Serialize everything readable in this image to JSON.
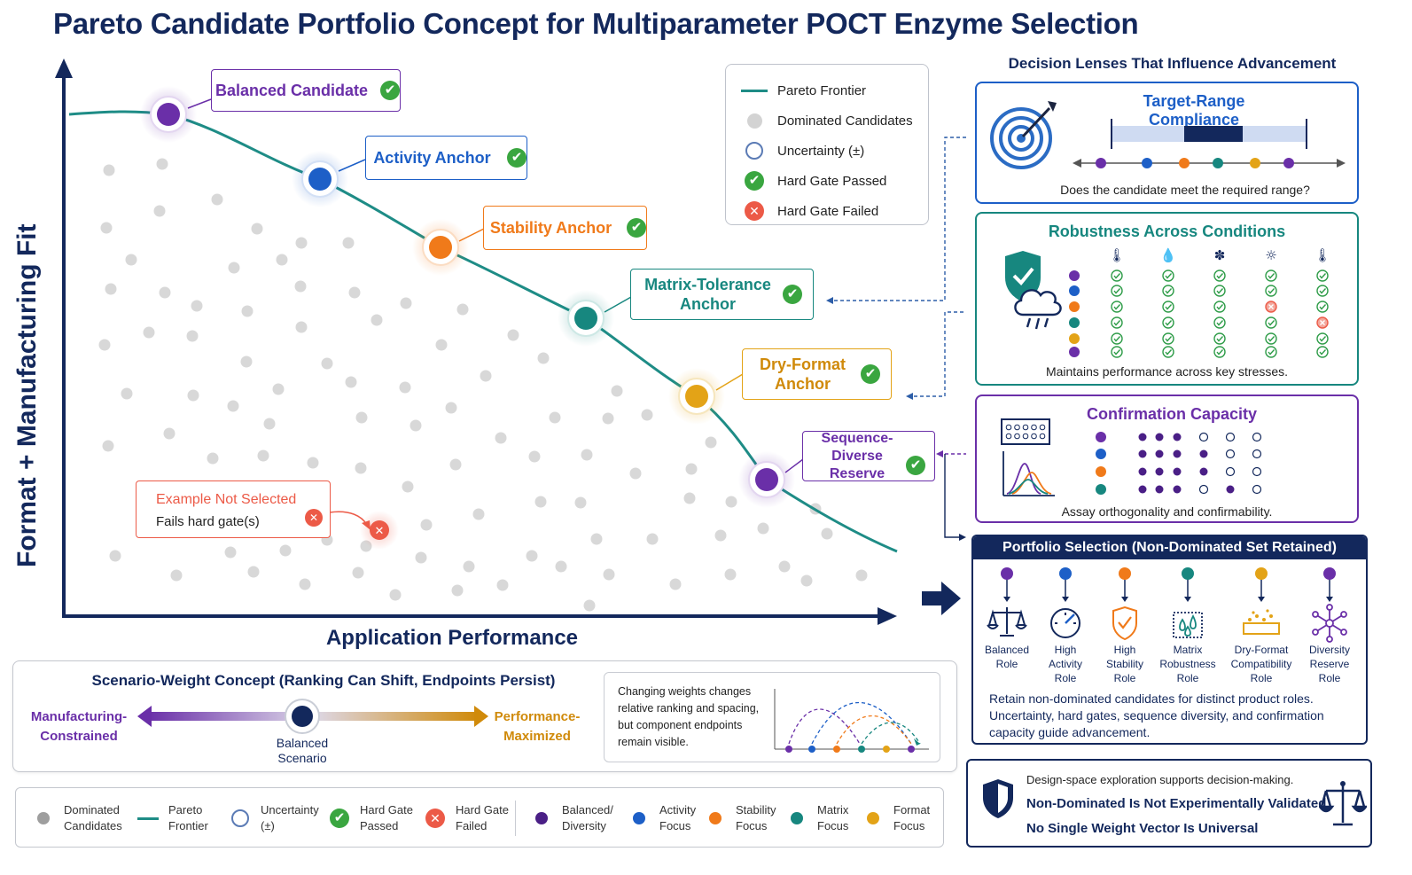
{
  "title": "Pareto Candidate Portfolio Concept for Multiparameter POCT Enzyme Selection",
  "axes": {
    "y_label": "Format + Manufacturing Fit",
    "x_label": "Application Performance"
  },
  "colors": {
    "frontier": "#1e8c86",
    "dominated": "#d6d6d6",
    "navy": "#13285c",
    "balanced": "#6a2fa8",
    "activity": "#1d5fc7",
    "stability": "#f07a1a",
    "matrix": "#17877f",
    "format": "#e3a317",
    "fail": "#ec5a47",
    "pass": "#3aa640"
  },
  "candidates": {
    "balanced": "Balanced Candidate",
    "activity": "Activity Anchor",
    "stability": "Stability Anchor",
    "matrix": "Matrix-Tolerance Anchor",
    "dry": "Dry-Format Anchor",
    "sequence": "Sequence-Diverse Reserve"
  },
  "example": {
    "title": "Example Not Selected",
    "subtitle": "Fails hard gate(s)"
  },
  "legend": {
    "pareto": "Pareto Frontier",
    "dominated": "Dominated Candidates",
    "uncertainty": "Uncertainty (±)",
    "passed": "Hard Gate Passed",
    "failed": "Hard Gate Failed"
  },
  "lenses": {
    "heading": "Decision Lenses That Influence Advancement",
    "target": {
      "title": "Target-Range Compliance",
      "caption": "Does the candidate meet the required range?"
    },
    "robust": {
      "title": "Robustness Across Conditions",
      "caption": "Maintains performance across key stresses."
    },
    "confirm": {
      "title": "Confirmation Capacity",
      "caption": "Assay orthogonality and confirmability."
    }
  },
  "portfolio": {
    "heading": "Portfolio Selection (Non-Dominated Set Retained)",
    "roles": [
      {
        "l1": "Balanced",
        "l2": "Role",
        "l3": ""
      },
      {
        "l1": "High",
        "l2": "Activity",
        "l3": "Role"
      },
      {
        "l1": "High",
        "l2": "Stability",
        "l3": "Role"
      },
      {
        "l1": "Matrix",
        "l2": "Robustness",
        "l3": "Role"
      },
      {
        "l1": "Dry-Format",
        "l2": "Compatibility",
        "l3": "Role"
      },
      {
        "l1": "Diversity",
        "l2": "Reserve",
        "l3": "Role"
      }
    ],
    "desc1": "Retain non-dominated candidates for distinct product roles.",
    "desc2": "Uncertainty, hard gates, sequence diversity, and confirmation",
    "desc3": "capacity guide advancement."
  },
  "bottom_right": {
    "line1": "Design-space exploration supports decision-making.",
    "line2": "Non-Dominated Is Not Experimentally Validated",
    "line3": "No Single Weight Vector Is Universal"
  },
  "scenario": {
    "title": "Scenario-Weight Concept (Ranking Can Shift, Endpoints Persist)",
    "left1": "Manufacturing-",
    "left2": "Constrained",
    "center1": "Balanced",
    "center2": "Scenario",
    "right1": "Performance-",
    "right2": "Maximized",
    "note1": "Changing weights changes",
    "note2": "relative ranking and spacing,",
    "note3": "but component endpoints",
    "note4": "remain visible."
  },
  "bottom_legend": [
    {
      "l1": "Dominated",
      "l2": "Candidates"
    },
    {
      "l1": "Pareto",
      "l2": "Frontier"
    },
    {
      "l1": "Uncertainty",
      "l2": "(±)"
    },
    {
      "l1": "Hard Gate",
      "l2": "Passed"
    },
    {
      "l1": "Hard Gate",
      "l2": "Failed"
    },
    {
      "l1": "Balanced/",
      "l2": "Diversity"
    },
    {
      "l1": "Activity",
      "l2": "Focus"
    },
    {
      "l1": "Stability",
      "l2": "Focus"
    },
    {
      "l1": "Matrix",
      "l2": "Focus"
    },
    {
      "l1": "Format",
      "l2": "Focus"
    }
  ]
}
